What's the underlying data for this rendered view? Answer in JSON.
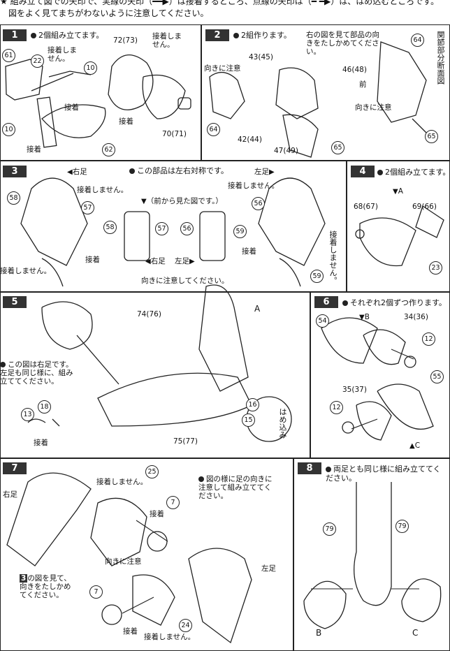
{
  "header": {
    "line1": "★ 組み立て図での矢印で、実線の矢印（━━▶）は接着するところ、点線の矢印は（━ ━▶）は、はめ込むところです。",
    "line2": "図をよく見てまちがわないように注意してください。"
  },
  "steps": [
    {
      "no": "1",
      "bullet": "2個組み立てます。",
      "labels": [
        "接着しません。",
        "接着しません。",
        "接着",
        "接着",
        "接着"
      ],
      "parts": [
        "61",
        "22",
        "10",
        "10",
        "62",
        "72(73)",
        "70(71)"
      ]
    },
    {
      "no": "2",
      "bullet": "2組作ります。",
      "note": "右の図を見て部品の向きをたしかめてください。",
      "labels": [
        "向きに注意",
        "向きに注意",
        "前"
      ],
      "vertical": "関節部分断面図",
      "parts": [
        "43(45)",
        "64",
        "42(44)",
        "46(48)",
        "65",
        "47(49)",
        "64",
        "65"
      ]
    },
    {
      "no": "3",
      "bullet": "この部品は左右対称です。",
      "sub": "（前から見た図です。）",
      "labels": [
        "右足",
        "左足",
        "接着しません。",
        "接着",
        "接着しません。",
        "接着しません。",
        "接着",
        "右足",
        "左足"
      ],
      "vertical": "接着しません。",
      "bottom": "向きに注意してください。",
      "parts": [
        "58",
        "57",
        "58",
        "57",
        "56",
        "59",
        "56",
        "59"
      ]
    },
    {
      "no": "4",
      "bullet": "2個組み立てます。",
      "view": "A",
      "parts": [
        "68(67)",
        "69(66)",
        "23"
      ]
    },
    {
      "no": "5",
      "note": "この図は右足です。左足も同じ様に、組み立ててください。",
      "labels": [
        "A",
        "接着"
      ],
      "vertical": "はめ込み",
      "parts": [
        "74(76)",
        "13",
        "18",
        "75(77)",
        "16",
        "15"
      ]
    },
    {
      "no": "6",
      "bullet": "それぞれ2個ずつ作ります。",
      "views": [
        "B",
        "C"
      ],
      "parts": [
        "54",
        "34(36)",
        "12",
        "55",
        "35(37)",
        "12"
      ]
    },
    {
      "no": "7",
      "labels": [
        "接着しません。",
        "接着",
        "右足",
        "向きに注意",
        "接着",
        "接着しません。",
        "左足"
      ],
      "note_box": "3",
      "note": "の図を見て、向きをたしかめてください。",
      "side_note": "図の様に足の向きに注意して組み立ててください。",
      "parts": [
        "25",
        "7",
        "7",
        "24"
      ]
    },
    {
      "no": "8",
      "bullet": "両足とも同じ様に組み立ててください。",
      "views": [
        "B",
        "C"
      ],
      "parts": [
        "79",
        "79"
      ]
    }
  ]
}
